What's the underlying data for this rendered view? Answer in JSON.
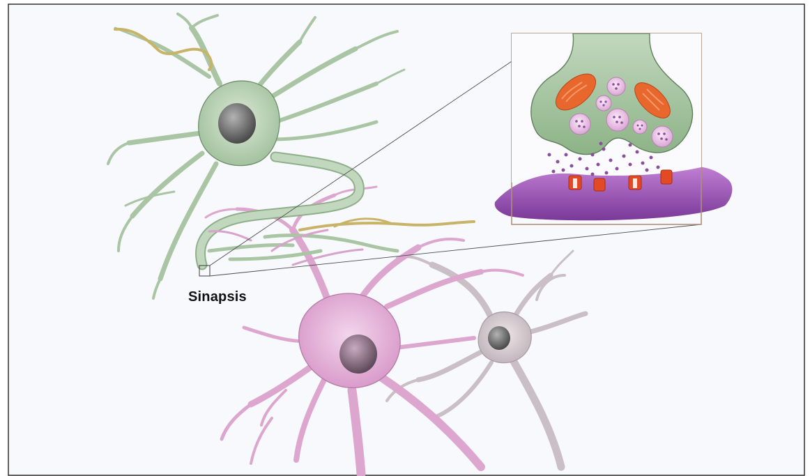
{
  "labels": {
    "synapse": "Sinapsis"
  },
  "colors": {
    "background": "#f6f8fb",
    "border": "#222222",
    "presynaptic_neuron": "#b6cfb2",
    "presynaptic_outline": "#6f8f6c",
    "nucleus": "#6c6c6c",
    "postsynaptic_neuron": "#e2afd6",
    "postsynaptic_outline": "#b27aa6",
    "third_neuron": "#cfc5c9",
    "yellow_axon": "#c9b56a",
    "inset_frame": "#b08f7a",
    "mitochondria": "#e8672c",
    "vesicle": "#ecc7e8",
    "neurotransmitter": "#8a4f9a",
    "receptor": "#e24a26",
    "postsynaptic_membrane": "#9b56b4"
  },
  "elements": {
    "presynaptic_neuron": "presynaptic-neuron",
    "postsynaptic_neuron": "postsynaptic-neuron",
    "third_neuron": "background-neuron",
    "inset": "synapse-magnified-inset",
    "marker": "synapse-location-marker"
  }
}
